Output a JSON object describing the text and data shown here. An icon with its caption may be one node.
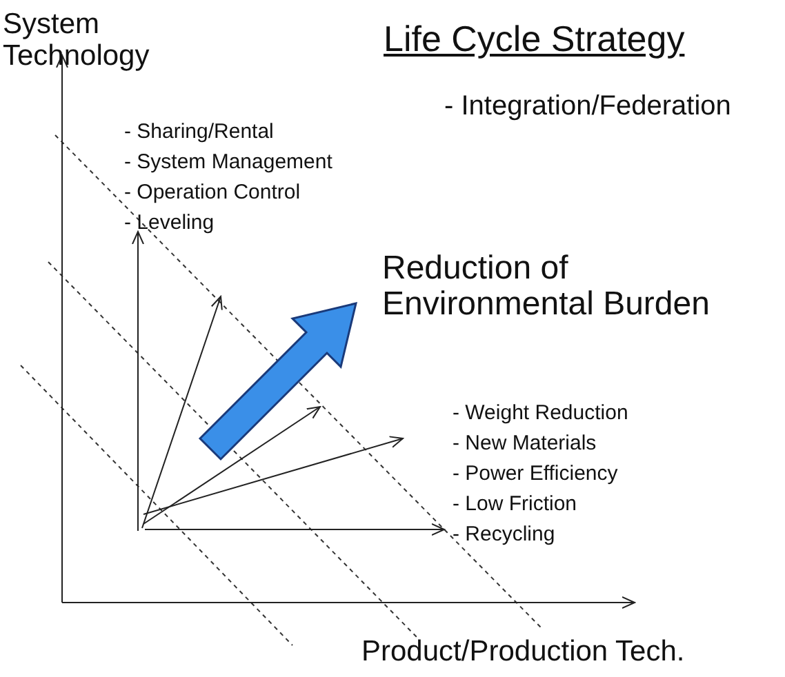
{
  "diagram": {
    "title": "Life Cycle Strategy",
    "labels": [
      "System Technology",
      "- Integration/Federation",
      "- Sharing/Rental",
      "- System Management",
      "- Operation Control",
      "- Leveling",
      "Reduction of Environmental Burden",
      "- Weight Reduction",
      "- New Materials",
      "- Power Efficiency",
      "- Low Friction",
      "- Recycling",
      "Product/Production Tech."
    ]
  }
}
